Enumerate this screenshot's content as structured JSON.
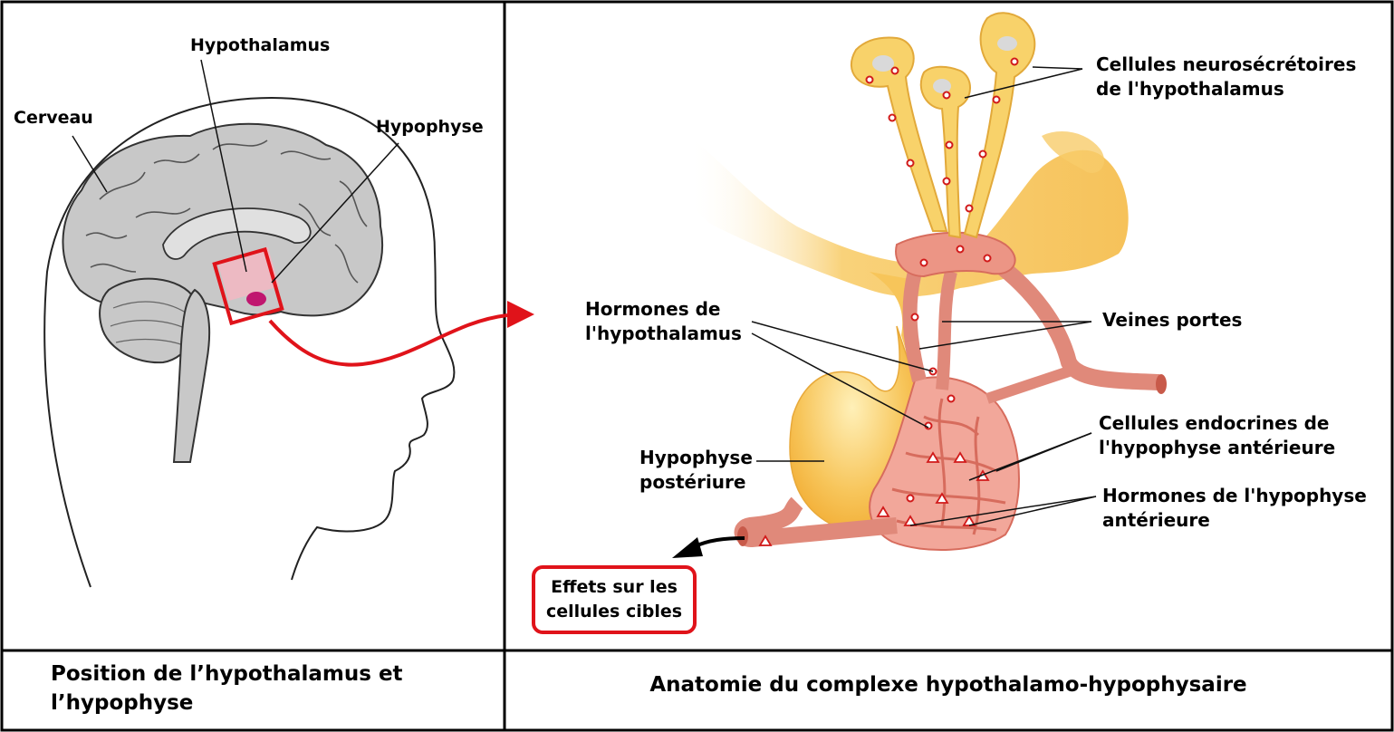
{
  "left_panel": {
    "labels": {
      "hypothalamus": "Hypothalamus",
      "cerveau": "Cerveau",
      "hypophyse": "Hypophyse"
    },
    "caption_line1": "Position de l’hypothalamus et",
    "caption_line2": "l’hypophyse"
  },
  "right_panel": {
    "labels": {
      "neurosecretory_line1": "Cellules neurosécrétoires",
      "neurosecretory_line2": "de l'hypothalamus",
      "hypothalamic_hormones_line1": "Hormones de",
      "hypothalamic_hormones_line2": "l'hypothalamus",
      "portal_veins": "Veines portes",
      "endocrine_cells_line1": "Cellules endocrines de",
      "endocrine_cells_line2": "l'hypophyse antérieure",
      "posterior_pituitary_line1": "Hypophyse",
      "posterior_pituitary_line2": "postériure",
      "anterior_hormones_line1": "Hormones de l'hypophyse",
      "anterior_hormones_line2": "antérieure",
      "effects_line1": "Effets sur les",
      "effects_line2": "cellules cibles"
    },
    "caption": "Anatomie du complexe hypothalamo-hypophysaire"
  },
  "colors": {
    "highlight_red": "#e0131a",
    "brain_gray": "#c8c8c8",
    "tissue_yellow": "#f7c55a",
    "vessel_pink": "#e98a7c",
    "hormone_red": "#d11a1a"
  }
}
